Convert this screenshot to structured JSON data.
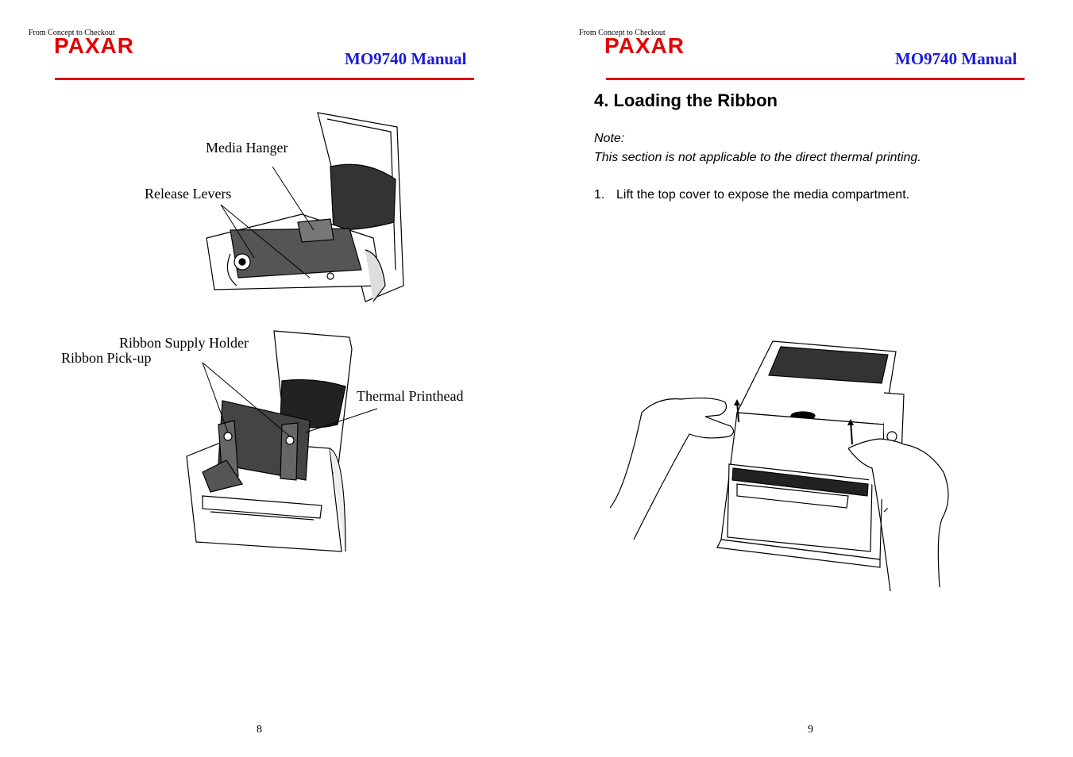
{
  "header": {
    "tagline": "From Concept to Checkout",
    "brand": "PAXAR",
    "manual_title": "MO9740 Manual"
  },
  "left_page": {
    "figure1_labels": {
      "media_hanger": "Media Hanger",
      "release_levers": "Release Levers"
    },
    "figure2_labels": {
      "ribbon_supply_holder": "Ribbon Supply Holder",
      "ribbon_pickup": "Ribbon Pick-up",
      "thermal_printhead": "Thermal Printhead"
    },
    "page_number": "8"
  },
  "right_page": {
    "section_title": "4. Loading the Ribbon",
    "note_label": "Note:",
    "note_text": "This section is not applicable to the direct thermal printing.",
    "steps": [
      {
        "number": "1.",
        "text": "Lift the top cover to expose the media compartment."
      }
    ],
    "page_number": "9"
  },
  "colors": {
    "brand_red": "#e60000",
    "title_blue": "#1a1adb",
    "rule_red": "#e00000"
  }
}
